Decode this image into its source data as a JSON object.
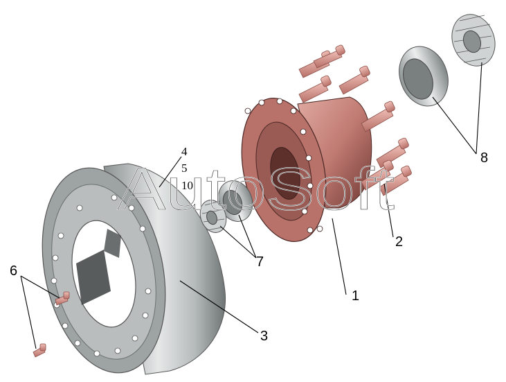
{
  "watermark": "AutoSoft",
  "callouts": {
    "c1": "1",
    "c2": "2",
    "c3": "3",
    "c4": "4",
    "c5": "5",
    "c6": "6",
    "c7": "7",
    "c8": "8",
    "c10": "10"
  },
  "colors": {
    "hub": "#c98a82",
    "hub_dark": "#7a3f3a",
    "drum": "#c3c7c7",
    "drum_dark": "#6f7575",
    "bolt": "#e3a89f",
    "bearing": "#d9dcdc"
  }
}
